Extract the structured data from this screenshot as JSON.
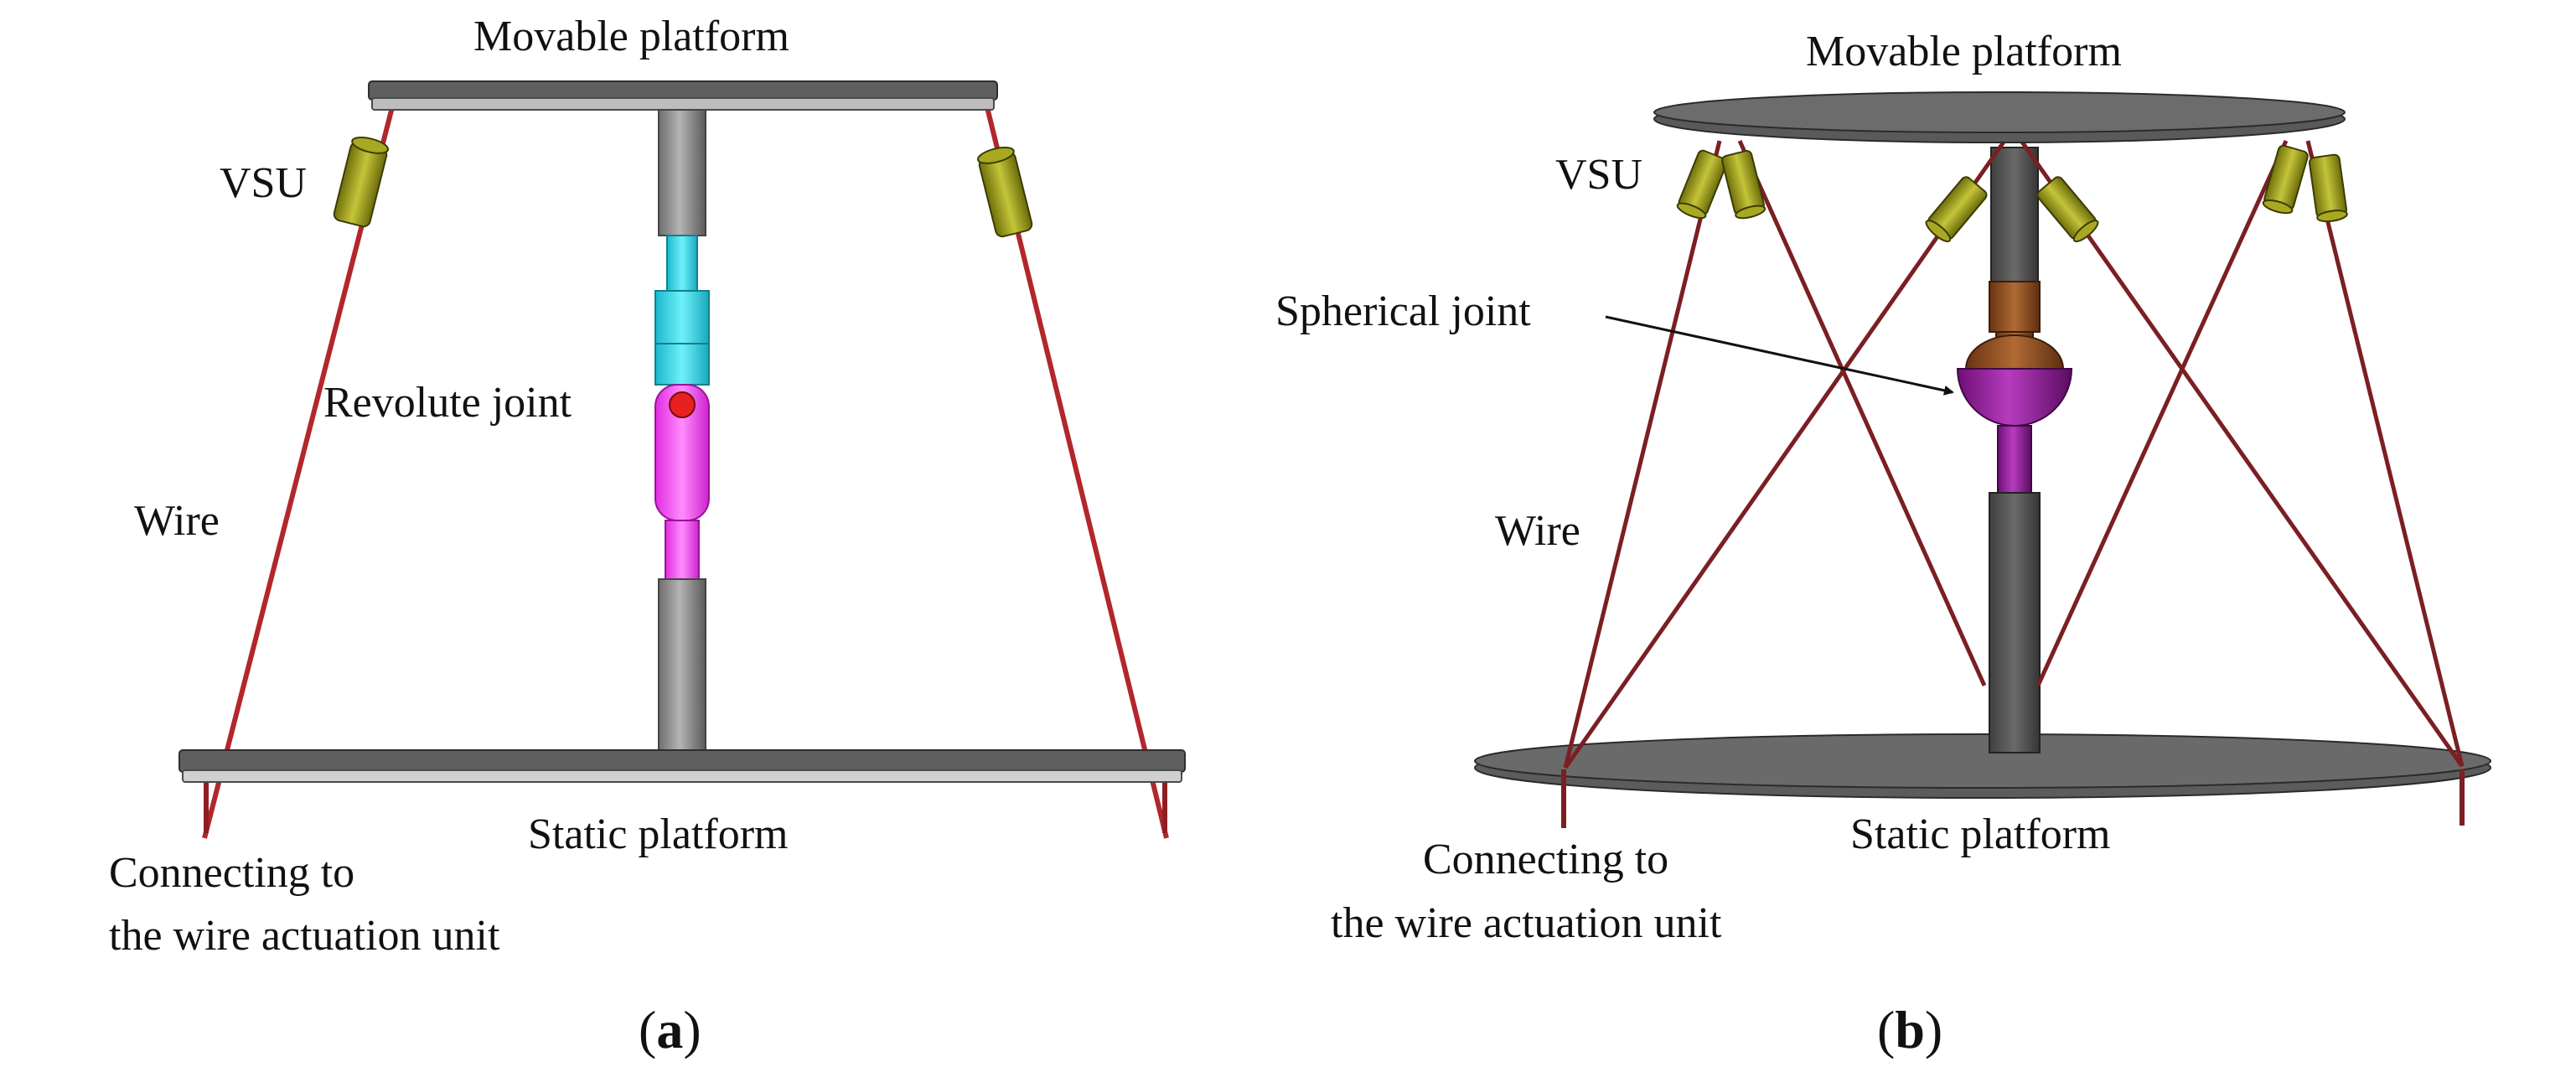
{
  "panel_a": {
    "labels": {
      "movable": "Movable platform",
      "vsu": "VSU",
      "revolute": "Revolute joint",
      "wire": "Wire",
      "static": "Static platform",
      "connect_line1": "Connecting to",
      "connect_line2": "the wire actuation unit"
    },
    "caption_open": "(",
    "caption_letter": "a",
    "caption_close": ")"
  },
  "panel_b": {
    "labels": {
      "movable": "Movable platform",
      "vsu": "VSU",
      "spherical": "Spherical joint",
      "wire": "Wire",
      "static": "Static platform",
      "connect_line1": "Connecting to",
      "connect_line2": "the wire actuation unit"
    },
    "caption_open": "(",
    "caption_letter": "b",
    "caption_close": ")"
  },
  "colors": {
    "platform": "#5f5f5f",
    "platform_edge": "#3a3a3a",
    "shaft_gray": "#8c8c8c",
    "wire_a": "#b3262c",
    "wire_b": "#7a1f22",
    "vsu": "#9a9a1a",
    "cyan": "#25d3e6",
    "magenta": "#ff3dff",
    "purple": "#9a1aa0",
    "brown": "#8a4a20",
    "revolute_dot": "#e82020"
  }
}
